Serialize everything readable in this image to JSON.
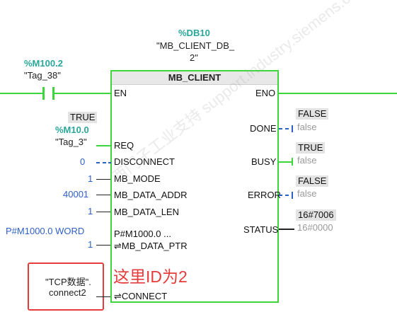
{
  "instance": {
    "db": "%DB10",
    "name_line1": "\"MB_CLIENT_DB_",
    "name_line2": "2\""
  },
  "contact": {
    "address": "%M100.2",
    "tag": "\"Tag_38\""
  },
  "block": {
    "title": "MB_CLIENT",
    "pin_en": "EN",
    "pin_eno": "ENO"
  },
  "inputs": {
    "req": {
      "value": "TRUE",
      "address": "%M10.0",
      "tag": "\"Tag_3\"",
      "pin": "REQ"
    },
    "disconnect": {
      "value": "0",
      "pin": "DISCONNECT"
    },
    "mb_mode": {
      "value": "1",
      "pin": "MB_MODE"
    },
    "mb_data_addr": {
      "value": "40001",
      "pin": "MB_DATA_ADDR"
    },
    "mb_data_len": {
      "value": "1",
      "pin": "MB_DATA_LEN"
    },
    "mb_data_ptr": {
      "left_value": "P#M1000.0 WORD",
      "inner_value": "P#M1000.0 ...",
      "value": "1",
      "pin": "⇌MB_DATA_PTR"
    },
    "connect": {
      "tag_line1": "\"TCP数据\".",
      "tag_line2": "connect2",
      "pin": "⇌CONNECT"
    }
  },
  "outputs": {
    "done": {
      "pin": "DONE",
      "online": "FALSE",
      "preview": "false"
    },
    "busy": {
      "pin": "BUSY",
      "online": "TRUE",
      "preview": "false"
    },
    "error": {
      "pin": "ERROR",
      "online": "FALSE",
      "preview": "false"
    },
    "status": {
      "pin": "STATUS",
      "online": "16#7006",
      "preview": "16#0000"
    }
  },
  "annotation": {
    "text": "这里ID为2"
  },
  "watermark": {
    "text": "西门子工业支持 support.industry.siemens.com 找答案"
  },
  "colors": {
    "energized": "#3dd63d",
    "highlight": "#e53b3b",
    "address": "#2aa69a",
    "constant": "#2d5fc8"
  }
}
